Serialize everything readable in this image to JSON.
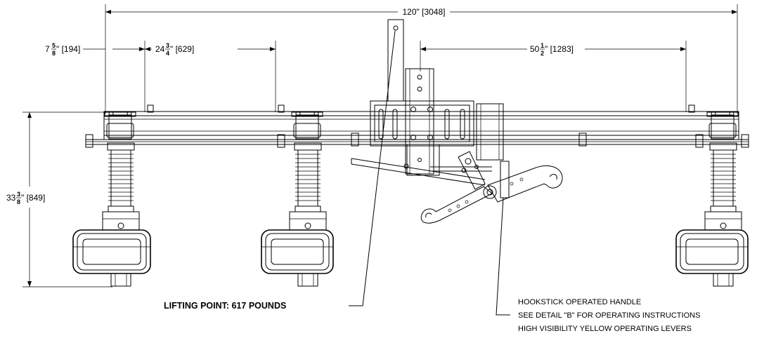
{
  "dimensions": {
    "overall_width": "120\" [3048]",
    "left_offset_whole": "7",
    "left_offset_num": "5",
    "left_offset_den": "8",
    "left_offset_rest": "\" [194]",
    "phase_spacing_whole": "24",
    "phase_spacing_num": "3",
    "phase_spacing_den": "4",
    "phase_spacing_rest": "\" [629]",
    "right_span_whole": "50",
    "right_span_num": "1",
    "right_span_den": "2",
    "right_span_rest": "\" [1283]",
    "height_whole": "33",
    "height_num": "3",
    "height_den": "8",
    "height_rest": "\" [849]"
  },
  "callouts": {
    "lifting_point": "LIFTING POINT: 617 POUNDS",
    "handle_line1": "HOOKSTICK OPERATED HANDLE",
    "handle_line2": "SEE DETAIL \"B\" FOR OPERATING INSTRUCTIONS",
    "handle_line3": "HIGH VISIBILITY YELLOW OPERATING LEVERS"
  }
}
